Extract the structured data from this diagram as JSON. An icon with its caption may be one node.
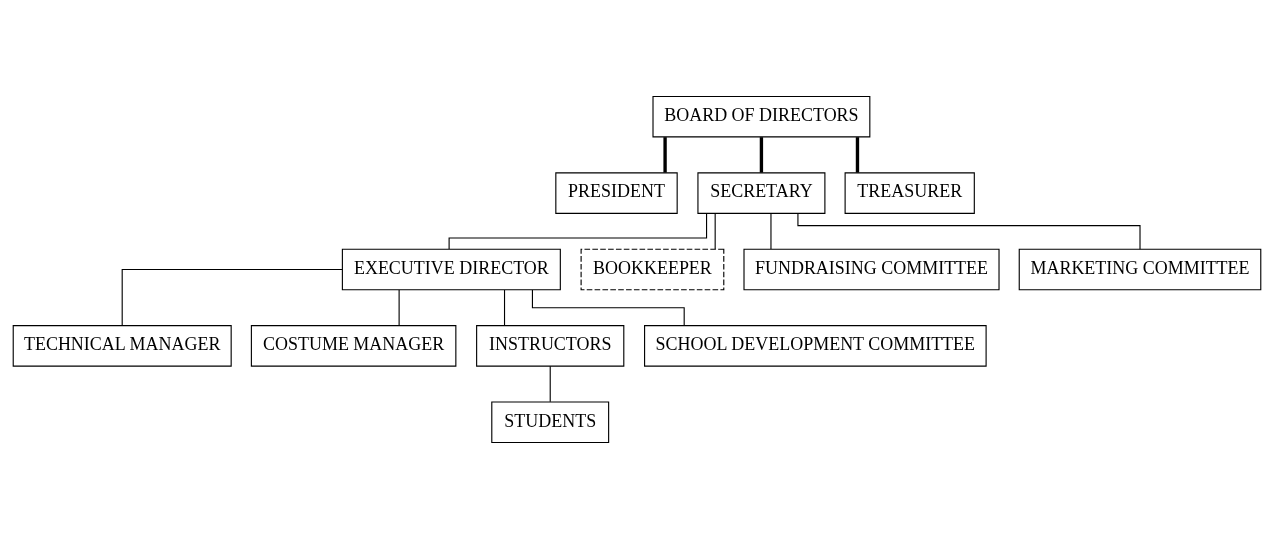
{
  "diagram": {
    "nodes": [
      {
        "text": [
          "BOARD OF DIRECTORS"
        ]
      },
      {
        "text": [
          "PRESIDENT"
        ]
      },
      {
        "text": [
          "SECRETARY"
        ]
      },
      {
        "text": [
          "TREASURER"
        ]
      },
      {
        "text": [
          "EXECUTIVE DIRECTOR"
        ]
      },
      {
        "text": [
          "BOOKKEEPER"
        ]
      },
      {
        "text": [
          "FUNDRAISING COMMITTEE"
        ]
      },
      {
        "text": [
          "MARKETING COMMITTEE"
        ]
      },
      {
        "text": [
          "TECHNICAL MANAGER"
        ]
      },
      {
        "text": [
          "COSTUME MANAGER"
        ]
      },
      {
        "text": [
          "INSTRUCTORS"
        ]
      },
      {
        "text": [
          "SCHOOL DEVELOPMENT COMMITTEE"
        ]
      },
      {
        "text": [
          "STUDENTS"
        ]
      }
    ],
    "edges": [
      {
        "from": 0,
        "to": 1,
        "arrow": "none",
        "style": "thick"
      },
      {
        "from": 0,
        "to": 2,
        "arrow": "none",
        "style": "thick"
      },
      {
        "from": 0,
        "to": 3,
        "arrow": "none",
        "style": "thick"
      },
      {
        "from": 2,
        "to": 4,
        "arrow": "none"
      },
      {
        "from": 2,
        "to": 5,
        "arrow": "none"
      },
      {
        "from": 2,
        "to": 6,
        "arrow": "none"
      },
      {
        "from": 2,
        "to": 7,
        "arrow": "none"
      },
      {
        "from": 4,
        "to": 8,
        "arrow": "none"
      },
      {
        "from": 4,
        "to": 9,
        "arrow": "none"
      },
      {
        "from": 4,
        "to": 10,
        "arrow": "none"
      },
      {
        "from": 4,
        "to": 11,
        "arrow": "none"
      },
      {
        "from": 10,
        "to": 12,
        "arrow": "none"
      }
    ]
  }
}
